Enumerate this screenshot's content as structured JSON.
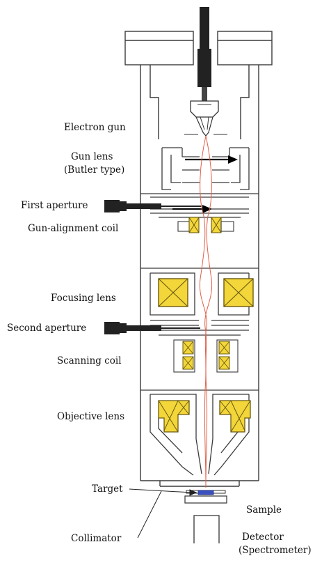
{
  "labels": {
    "electron_gun": "Electron gun",
    "gun_lens_1": "Gun lens",
    "gun_lens_2": "(Butler type)",
    "first_aperture": "First aperture",
    "gun_alignment_coil": "Gun-alignment coil",
    "focusing_lens": "Focusing lens",
    "second_aperture": "Second aperture",
    "scanning_coil": "Scanning coil",
    "objective_lens": "Objective lens",
    "target": "Target",
    "sample": "Sample",
    "collimator": "Collimator",
    "detector_1": "Detector",
    "detector_2": "(Spectrometer)"
  },
  "colors": {
    "line": "#3a3a3a",
    "coil_fill": "#f2d63a",
    "coil_stroke": "#6b5a10",
    "beam": "#e0604a",
    "dark_part": "#222222",
    "target_blue": "#3a4fc0",
    "spot_yellow": "#fff27a"
  }
}
